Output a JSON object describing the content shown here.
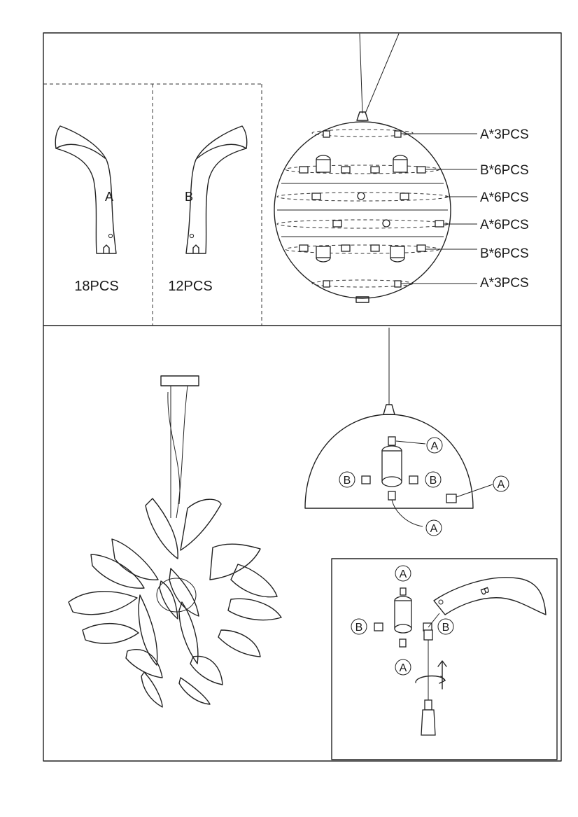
{
  "parts": {
    "a": {
      "letter": "A",
      "count": "18PCS"
    },
    "b": {
      "letter": "B",
      "count": "12PCS"
    }
  },
  "sphere_rows": [
    "A*3PCS",
    "B*6PCS",
    "A*6PCS",
    "A*6PCS",
    "B*6PCS",
    "A*3PCS"
  ],
  "dome_callouts": {
    "top": "A",
    "left": "B",
    "right": "B",
    "side": "A",
    "bottom": "A"
  },
  "detail_callouts": {
    "top": "A",
    "left": "B",
    "right": "B",
    "bottom": "A",
    "blade_letter": "B"
  }
}
